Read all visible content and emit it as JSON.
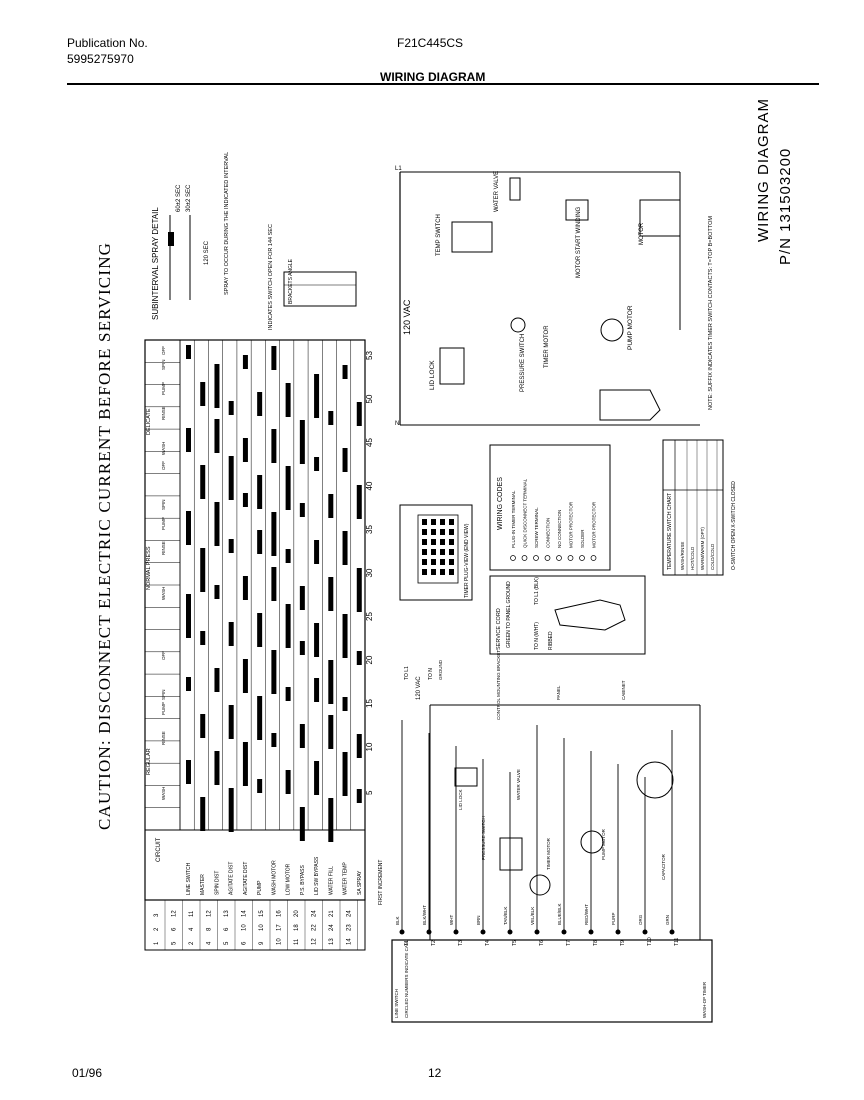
{
  "header": {
    "publication_label": "Publication No.",
    "publication_number": "5995275970",
    "model": "F21C445CS",
    "title": "WIRING DIAGRAM"
  },
  "footer": {
    "date": "01/96",
    "page_number": "12"
  },
  "diagram": {
    "caution": "CAUTION: DISCONNECT ELECTRIC CURRENT BEFORE SERVICING",
    "side_title": "WIRING DIAGRAM",
    "part_number": "P/N 131503200",
    "spray_detail_title": "SUBINTERVAL SPRAY DETAIL",
    "spray_notes": [
      "120 SEC",
      "SPRAY TO OCCUR DURING THE INDICATED INTERVAL",
      "30±2 SEC",
      "60±2 SEC"
    ],
    "timer_chart_note": "INDICATES SWITCH OPEN FOR 144 SEC",
    "cycle_headers": [
      "REGULAR",
      "NORMAL PRESS",
      "DELICATE"
    ],
    "sub_headers": [
      "WASH",
      "RINSE",
      "PUMP",
      "SPIN",
      "OFF"
    ],
    "circuit_header": "CIRCUIT",
    "circuits": [
      "LINE SWITCH",
      "MASTER",
      "SPIN DIST",
      "AGITATE DIST",
      "AGITATE DIST",
      "PUMP",
      "WASH MOTOR",
      "LOW MOTOR",
      "P.S. BYPASS",
      "LID SW BYPASS",
      "WATER FILL",
      "WATER TEMP",
      "SA SPRAY"
    ],
    "terminal_rows": [
      [
        "1",
        "2",
        "3"
      ],
      [
        "5",
        "6",
        "12"
      ],
      [
        "2",
        "4",
        "11"
      ],
      [
        "4",
        "8",
        "12"
      ],
      [
        "5",
        "6",
        "13"
      ],
      [
        "6",
        "10",
        "14"
      ],
      [
        "9",
        "10",
        "15"
      ],
      [
        "10",
        "17",
        "16"
      ],
      [
        "11",
        "18",
        "20"
      ],
      [
        "12",
        "22",
        "24"
      ],
      [
        "13",
        "24",
        "21"
      ],
      [
        "14",
        "23",
        "24"
      ]
    ],
    "time_scale": [
      "5",
      "10",
      "15",
      "20",
      "25",
      "30",
      "35",
      "40",
      "45",
      "50",
      "53"
    ],
    "first_increment": "FIRST INCREMENT",
    "brackets_label": "BRACKETS ANGLE",
    "schematic": {
      "supply": "120 VAC",
      "n": "N",
      "l1": "L1",
      "components": [
        "LID LOCK",
        "PRESSURE SWITCH",
        "TIMER MOTOR",
        "PUMP MOTOR",
        "TEMP SWITCH",
        "WATER VALVE",
        "MOTOR",
        "MOTOR START WINDING"
      ],
      "note": "NOTE: SUFFIX INDICATES TIMER SWITCH CONTACTS: T=TOP B=BOTTOM"
    },
    "wiring_codes": {
      "title": "WIRING CODES",
      "items": [
        "PLUG-IN TIMER TERMINAL",
        "QUICK DISCONNECT TERMINAL",
        "SCREW TERMINAL",
        "CONNECTION",
        "NO CONNECTION",
        "MOTOR PROTECTOR",
        "SOLDER",
        "MOTOR PROTECTOR"
      ]
    },
    "timer_plug_label": "TIMER PLUG-VIEW (END VIEW)",
    "service_cord": {
      "labels": [
        "SERVICE CORD",
        "GREEN TO PANEL GROUND",
        "TO L1 (BLK)",
        "TO N (WHT)",
        "RIBBED"
      ]
    },
    "temp_switch_chart": {
      "title": "TEMPERATURE SWITCH CHART",
      "rows": [
        "WASH/RINSE",
        "HOT/COLD",
        "WARM/WARM (OPT)",
        "COLD/COLD"
      ],
      "footnote": "O-SWITCH OPEN  X-SWITCH CLOSED"
    },
    "ladder": {
      "terminals_left": [
        "T1",
        "T2",
        "T3",
        "T4",
        "T5",
        "T6",
        "T7",
        "T8",
        "T9",
        "T10",
        "T11"
      ],
      "wire_colors": [
        "BLK",
        "BLK/WHT",
        "WHT",
        "BRN",
        "TAN/BLK",
        "VEL/BLK",
        "BLUE/BLK",
        "RED/WHT",
        "PURP",
        "ORG",
        "GRN"
      ],
      "labels": [
        "LINE SWITCH",
        "CIRCLED NUMBERS INDICATE CAM",
        "LID LOCK",
        "WATER VALVE",
        "PRESSURE SWITCH",
        "TIMER MOTOR",
        "PUMP MOTOR",
        "CAPACITOR",
        "GROUND",
        "CONTROL MOUNTING BRACKET",
        "PANEL",
        "CABINET",
        "WASH-DP TIMER"
      ],
      "supply": "120 VAC",
      "to_l1": "TO L1",
      "to_n": "TO N"
    }
  }
}
